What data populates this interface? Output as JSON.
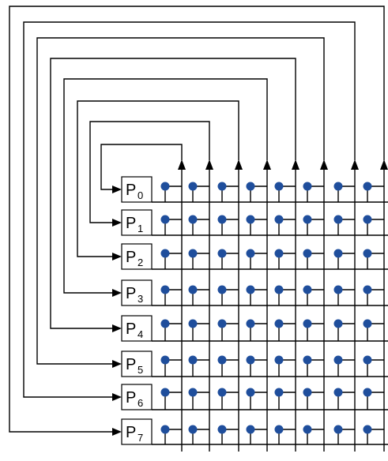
{
  "diagram": {
    "processors": [
      {
        "letter": "P",
        "index": "0"
      },
      {
        "letter": "P",
        "index": "1"
      },
      {
        "letter": "P",
        "index": "2"
      },
      {
        "letter": "P",
        "index": "3"
      },
      {
        "letter": "P",
        "index": "4"
      },
      {
        "letter": "P",
        "index": "5"
      },
      {
        "letter": "P",
        "index": "6"
      },
      {
        "letter": "P",
        "index": "7"
      }
    ],
    "columns": 8,
    "colors": {
      "node": "#1f4e9c",
      "line": "#000000",
      "background": "#ffffff"
    }
  }
}
